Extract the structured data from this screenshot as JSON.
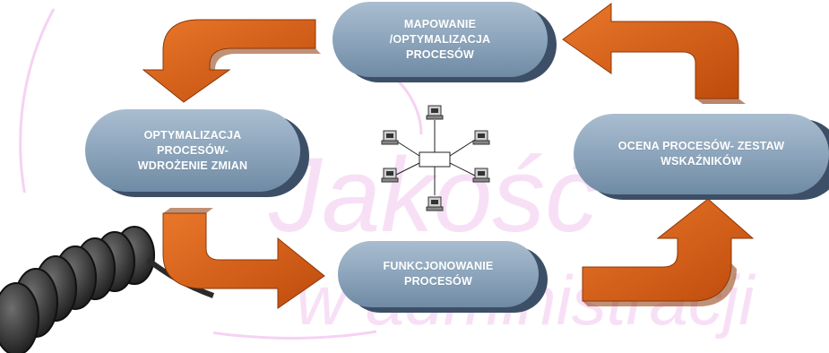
{
  "watermark": {
    "line1": "Jakość",
    "line2": "w administracji"
  },
  "colors": {
    "pill_fill": "#8ca6bd",
    "pill_shadow": "#3c4f66",
    "arrow_fill": "#d25a12",
    "arrow_dark": "#8c3708",
    "watermark": "#f2c7ef"
  },
  "cycle": {
    "top": {
      "label": "MAPOWANIE\n/OPTYMALIZACJA\nPROCESÓW"
    },
    "left": {
      "label": "OPTYMALIZACJA\nPROCESÓW-\nWDROŻENIE ZMIAN"
    },
    "right": {
      "label": "OCENA PROCESÓW- ZESTAW\nWSKAŹNIKÓW"
    },
    "bottom": {
      "label": "FUNKCJONOWANIE\nPROCESÓW"
    }
  },
  "center_icon": "network-star-icon",
  "corner_image": "telephone-cord-image"
}
